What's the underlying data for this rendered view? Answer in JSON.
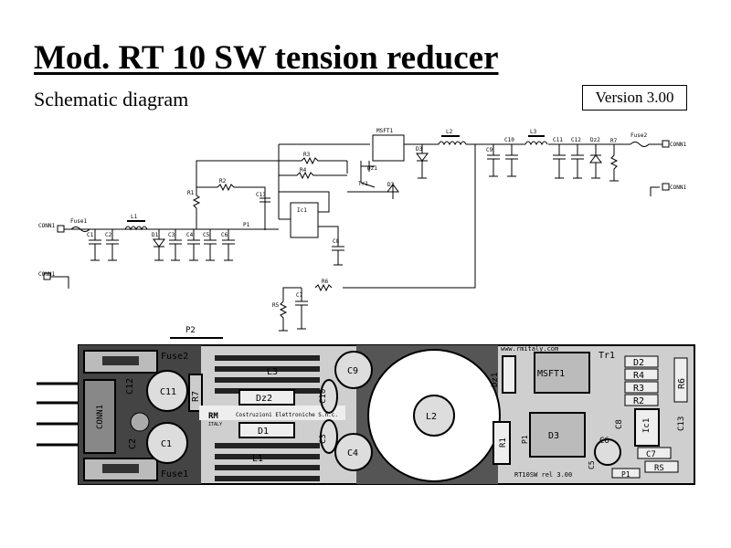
{
  "header": {
    "title": "Mod. RT 10 SW tension reducer",
    "subtitle": "Schematic diagram",
    "version": "Version 3.00"
  },
  "schematic": {
    "labels": {
      "conn_in": "CONN1",
      "conn_in2": "CONN1",
      "conn_out": "CONN1",
      "conn_out2": "CONN1",
      "fuse1": "Fuse1",
      "fuse2": "Fuse2",
      "l1": "L1",
      "l2": "L2",
      "l3": "L3",
      "c1": "C1",
      "c2": "C2",
      "d1": "D1",
      "c3": "C3",
      "c4": "C4",
      "c5": "C5",
      "c6": "C6",
      "p1": "P1",
      "r1": "R1",
      "r2": "R2",
      "r3": "R3",
      "r4": "R4",
      "r5": "R5",
      "r6": "R6",
      "r7": "R7",
      "c13": "C13",
      "ic1": "Ic1",
      "c8": "C8",
      "c7": "C7",
      "msft1": "MSFT1",
      "dz1": "Dz1",
      "tr1": "Tr1",
      "d2": "D2",
      "d3": "D3",
      "c9": "C9",
      "c10": "C10",
      "c11": "C11",
      "c12": "C12",
      "dz2": "Dz2"
    }
  },
  "pcb": {
    "labels": {
      "p2": "P2",
      "fuse2": "Fuse2",
      "fuse1": "Fuse1",
      "c12": "C12",
      "c11": "C11",
      "c2": "C2",
      "c1": "C1",
      "r7": "R7",
      "l3": "L3",
      "l1": "L1",
      "dz2": "Dz2",
      "d1": "D1",
      "c10": "C10",
      "c3": "C3",
      "c9": "C9",
      "c4": "C4",
      "l2": "L2",
      "dz1": "Dz1",
      "msft1": "MSFT1",
      "r1": "R1",
      "p1": "P1",
      "d3": "D3",
      "tr1": "Tr1",
      "d2": "D2",
      "r4": "R4",
      "r3": "R3",
      "r2": "R2",
      "r6": "R6",
      "c8": "C8",
      "ic1": "Ic1",
      "c13": "C13",
      "c6": "C6",
      "c7": "C7",
      "c5": "C5",
      "rs": "RS",
      "p1b": "P1",
      "conn1": "CONN1",
      "rm": "RM",
      "italy": "ITALY",
      "company": "Costruzioni Elettroniche S.n.c.",
      "web": "www.rmitaly.com",
      "rev": "RT10SW rel 3.00"
    }
  }
}
